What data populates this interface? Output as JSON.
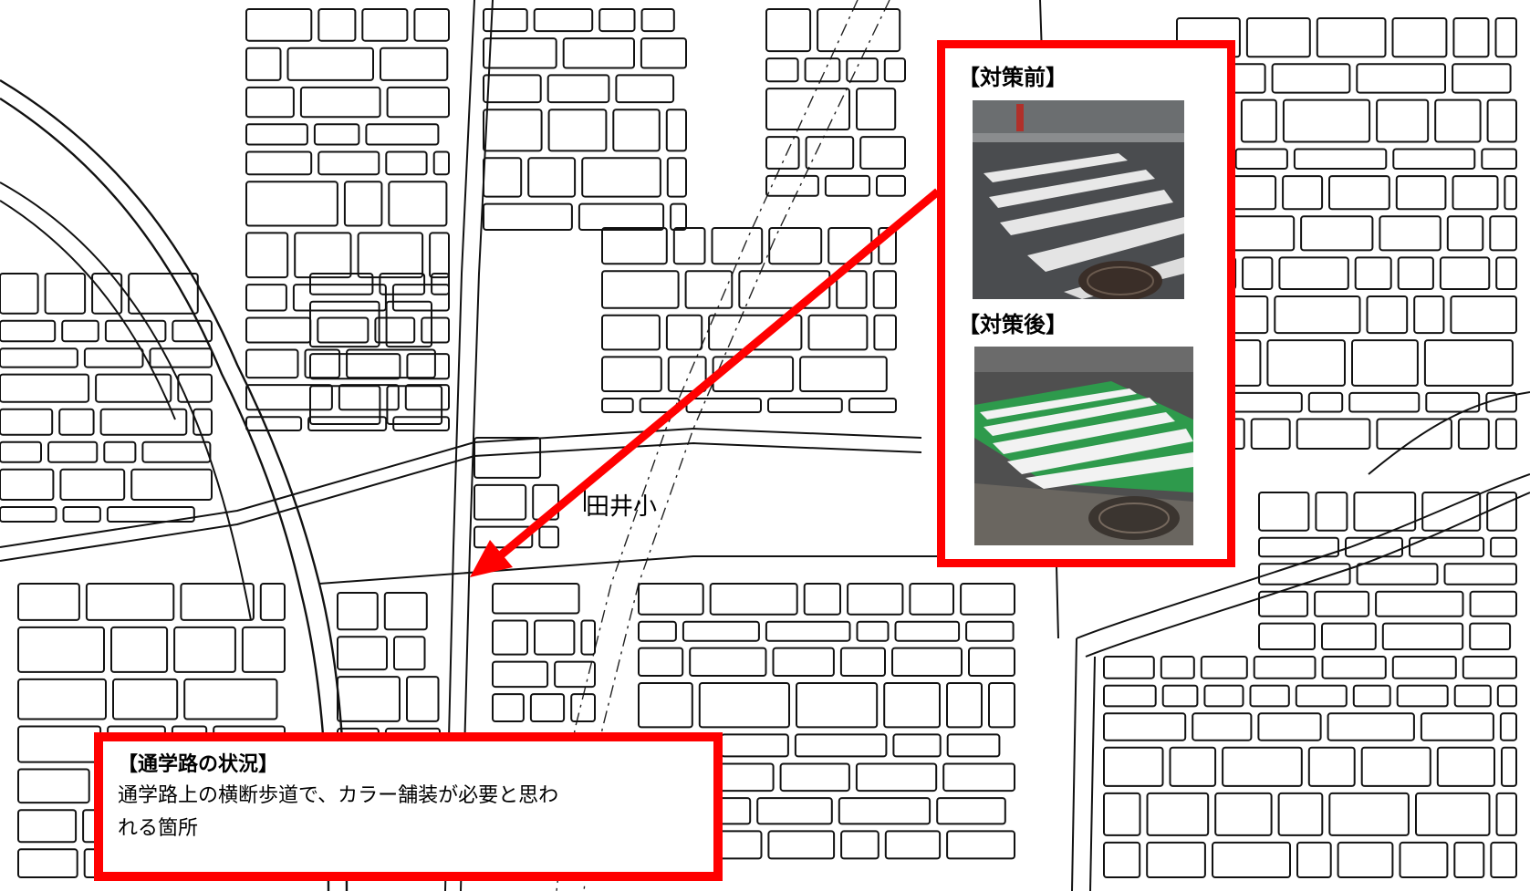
{
  "map": {
    "school_label": "田井小"
  },
  "photo_panel": {
    "before_heading": "【対策前】",
    "after_heading": "【対策後】",
    "colors": {
      "frame": "#ff0000",
      "asphalt": "#4a4c4f",
      "stripe": "#f2f2f2",
      "green_paint": "#2e9a4c"
    }
  },
  "note": {
    "title": "【通学路の状況】",
    "line1": "通学路上の横断歩道で、カラー舗装が必要と思わ",
    "line2": "れる箇所"
  },
  "arrow": {
    "color": "#ff0000"
  }
}
